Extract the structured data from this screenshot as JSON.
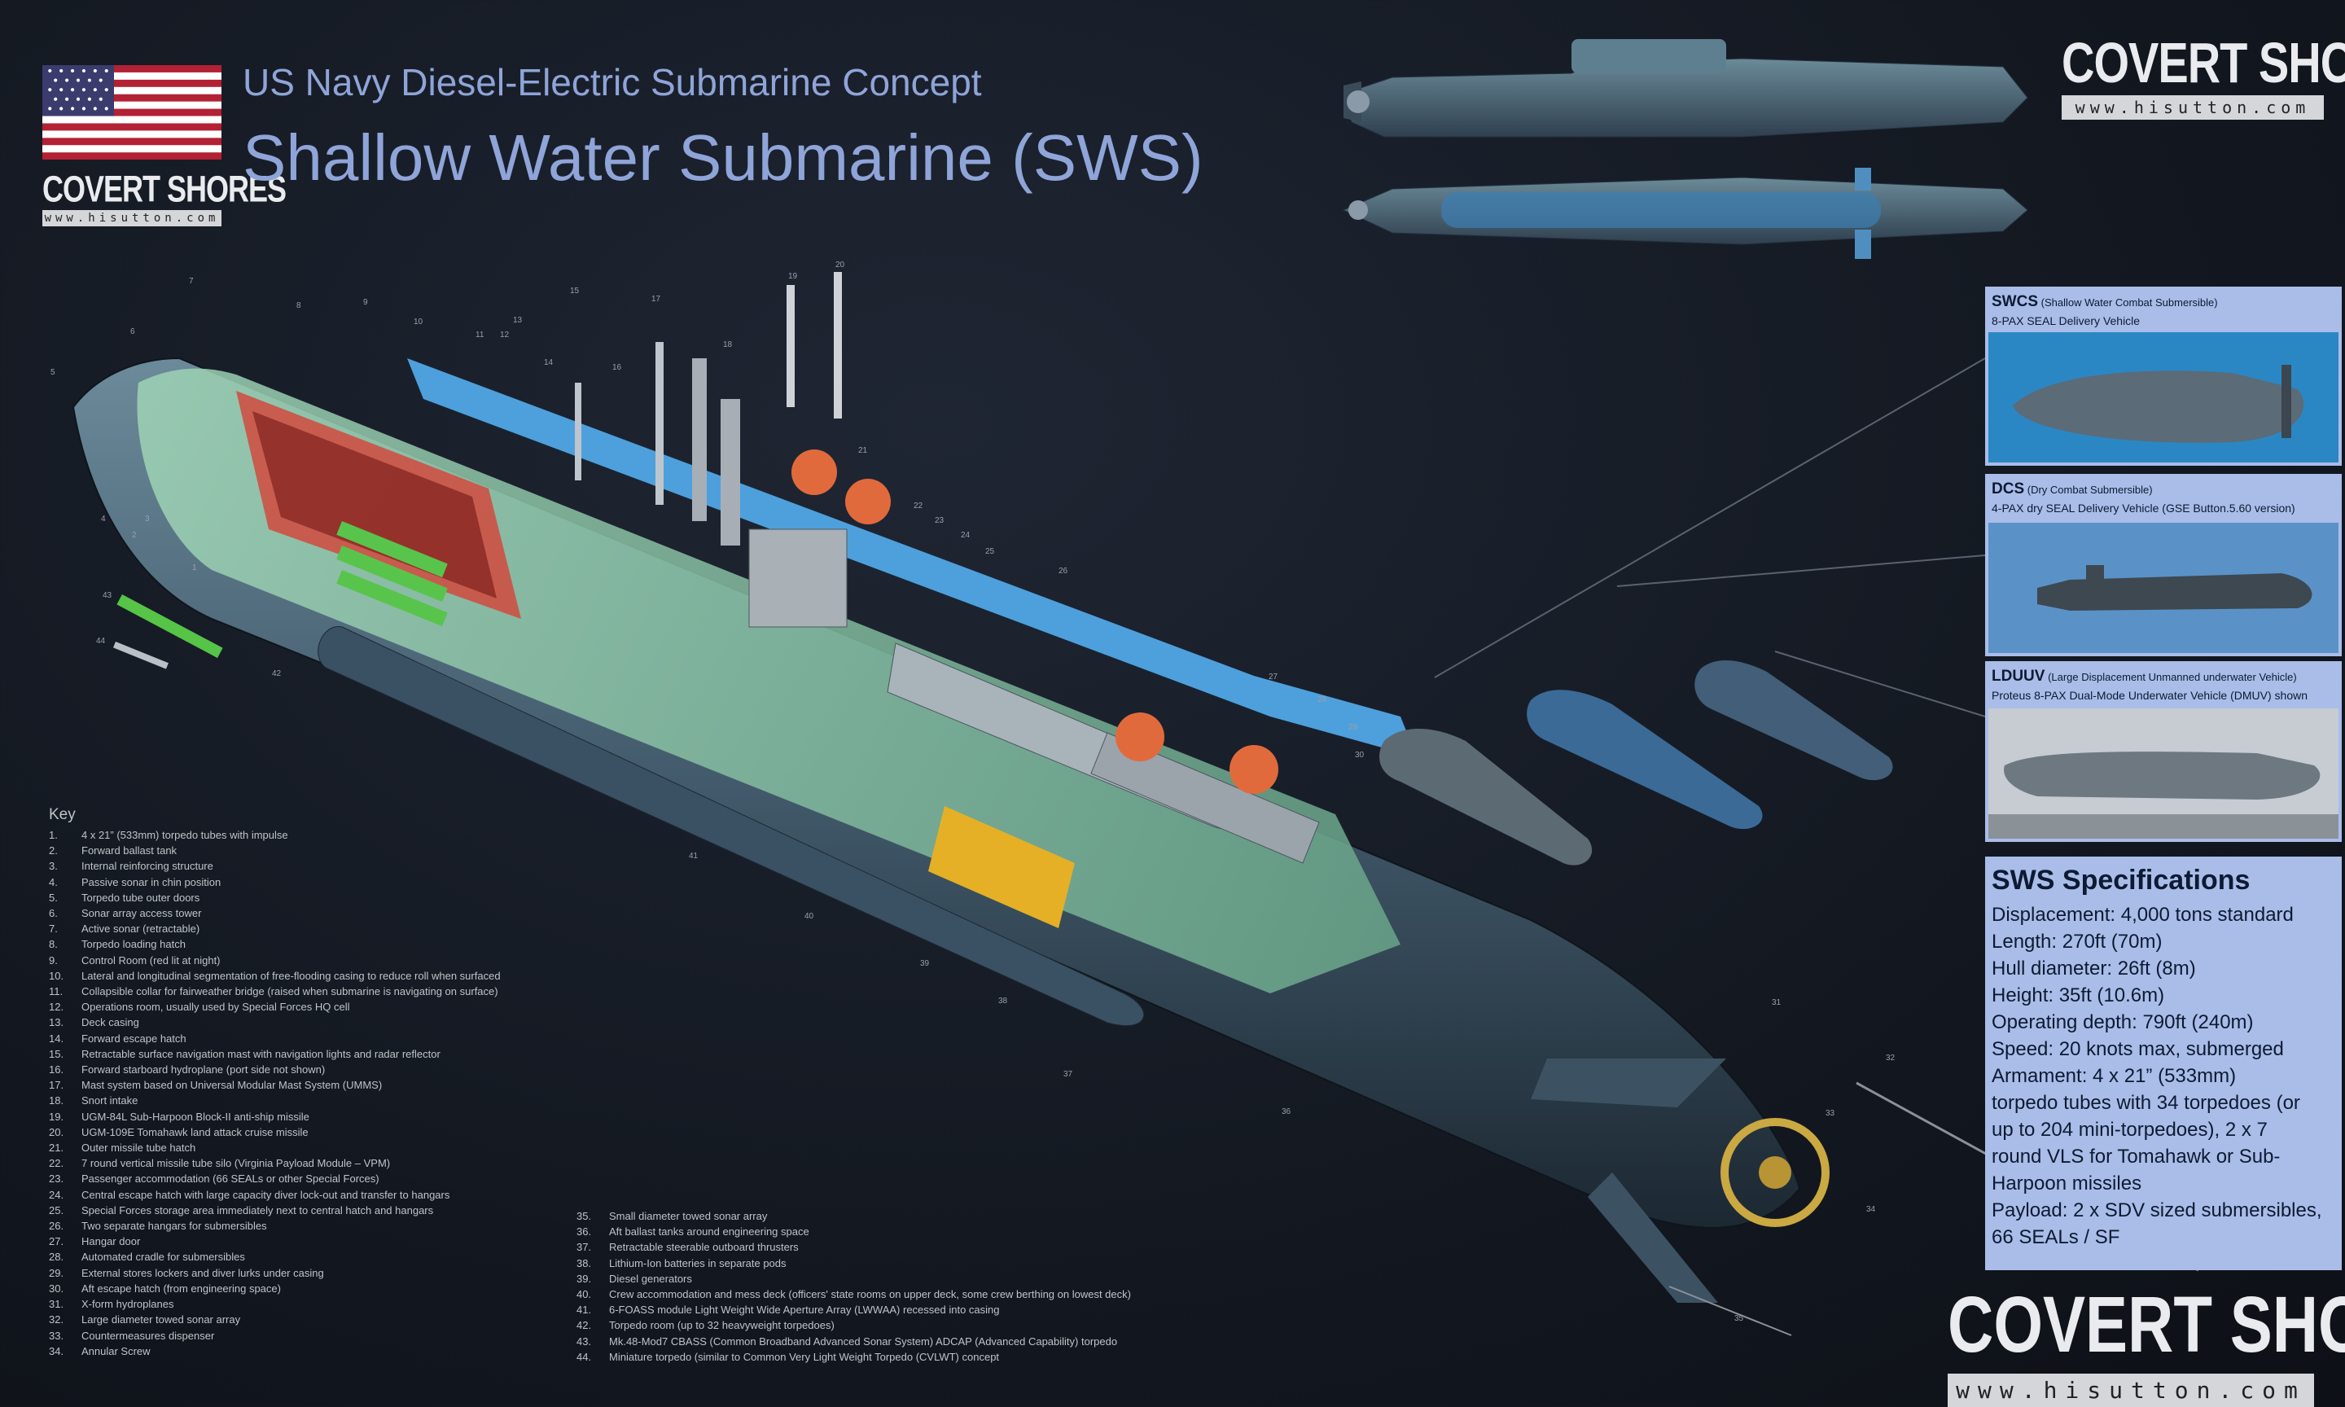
{
  "header": {
    "subtitle": "US Navy  Diesel-Electric Submarine Concept",
    "title": "Shallow Water Submarine (SWS)"
  },
  "logos": {
    "small": {
      "word": "COVERT SHORES",
      "url": "www.hisutton.com"
    },
    "top": {
      "word": "COVERT SHORES",
      "url": "www.hisutton.com"
    },
    "bottom": {
      "word": "COVERT SHORES",
      "url": "www.hisutton.com"
    }
  },
  "flag": {
    "stripe_red": "#b22234",
    "canton_blue": "#3c3b6e"
  },
  "panels": {
    "swcs": {
      "code": "SWCS",
      "name": " (Shallow Water Combat Submersible)",
      "sub": "8-PAX SEAL Delivery Vehicle"
    },
    "dcs": {
      "code": "DCS",
      "name": " (Dry Combat Submersible)",
      "sub": "4-PAX dry SEAL Delivery Vehicle (GSE Button.5.60 version)"
    },
    "lduuv": {
      "code": "LDUUV",
      "name": " (Large Displacement Unmanned underwater Vehicle)",
      "sub": "Proteus 8-PAX Dual-Mode Underwater Vehicle (DMUV) shown"
    }
  },
  "specs": {
    "title": "SWS Specifications",
    "lines": [
      "Displacement: 4,000 tons standard",
      "Length: 270ft (70m)",
      "Hull diameter: 26ft (8m)",
      "Height: 35ft (10.6m)",
      "Operating depth: 790ft (240m)",
      "Speed: 20 knots max, submerged",
      "Armament: 4 x 21” (533mm)",
      "torpedo tubes with 34 torpedoes (or",
      "up to 204 mini-torpedoes), 2 x 7",
      "round VLS for Tomahawk or Sub-",
      "Harpoon missiles",
      "Payload: 2 x SDV sized submersibles,",
      "66 SEALs / SF"
    ]
  },
  "key": {
    "title": "Key",
    "col1": [
      {
        "n": "1.",
        "t": "4 x 21” (533mm) torpedo tubes with impulse"
      },
      {
        "n": "2.",
        "t": "Forward ballast tank"
      },
      {
        "n": "3.",
        "t": "Internal reinforcing structure"
      },
      {
        "n": "4.",
        "t": "Passive sonar in chin position"
      },
      {
        "n": "5.",
        "t": "Torpedo tube outer doors"
      },
      {
        "n": "6.",
        "t": "Sonar array access tower"
      },
      {
        "n": "7.",
        "t": "Active sonar (retractable)"
      },
      {
        "n": "8.",
        "t": "Torpedo loading hatch"
      },
      {
        "n": "9.",
        "t": "Control Room (red lit at night)"
      },
      {
        "n": "10.",
        "t": "Lateral and longitudinal segmentation of free-flooding casing to reduce roll when surfaced"
      },
      {
        "n": "11.",
        "t": "Collapsible collar for fairweather bridge (raised when submarine is navigating on surface)"
      },
      {
        "n": "12.",
        "t": "Operations room, usually used by Special Forces HQ cell"
      },
      {
        "n": "13.",
        "t": "Deck casing"
      },
      {
        "n": "14.",
        "t": "Forward escape hatch"
      },
      {
        "n": "15.",
        "t": "Retractable surface navigation mast with navigation lights and radar reflector"
      },
      {
        "n": "16.",
        "t": "Forward starboard hydroplane (port side not shown)"
      },
      {
        "n": "17.",
        "t": "Mast system based on Universal Modular Mast System (UMMS)"
      },
      {
        "n": "18.",
        "t": "Snort intake"
      },
      {
        "n": "19.",
        "t": "UGM-84L Sub-Harpoon  Block-II anti-ship missile"
      },
      {
        "n": "20.",
        "t": "UGM-109E Tomahawk land attack cruise missile"
      },
      {
        "n": "21.",
        "t": "Outer missile tube hatch"
      },
      {
        "n": "22.",
        "t": "7 round vertical missile tube silo (Virginia Payload Module – VPM)"
      },
      {
        "n": "23.",
        "t": "Passenger accommodation (66 SEALs or other Special Forces)"
      },
      {
        "n": "24.",
        "t": "Central escape hatch with large capacity diver lock-out and transfer to hangars"
      },
      {
        "n": "25.",
        "t": "Special Forces storage area immediately next to central hatch and hangars"
      },
      {
        "n": "26.",
        "t": "Two separate hangars for submersibles"
      },
      {
        "n": "27.",
        "t": "Hangar door"
      },
      {
        "n": "28.",
        "t": "Automated cradle for submersibles"
      },
      {
        "n": "29.",
        "t": "External stores lockers and diver lurks under casing"
      },
      {
        "n": "30.",
        "t": "Aft escape hatch (from engineering space)"
      },
      {
        "n": "31.",
        "t": "X-form hydroplanes"
      },
      {
        "n": "32.",
        "t": "Large diameter towed  sonar array"
      },
      {
        "n": "33.",
        "t": "Countermeasures dispenser"
      },
      {
        "n": "34.",
        "t": "Annular Screw"
      }
    ],
    "col2": [
      {
        "n": "35.",
        "t": "Small diameter towed sonar array"
      },
      {
        "n": "36.",
        "t": "Aft ballast tanks around engineering space"
      },
      {
        "n": "37.",
        "t": "Retractable steerable outboard thrusters"
      },
      {
        "n": "38.",
        "t": "Lithium-Ion batteries in separate pods"
      },
      {
        "n": "39.",
        "t": "Diesel generators"
      },
      {
        "n": "40.",
        "t": "Crew accommodation  and mess deck (officers' state rooms on upper deck, some crew berthing on lowest deck)"
      },
      {
        "n": "41.",
        "t": "6-FOASS module Light Weight Wide Aperture Array (LWWAA) recessed into casing"
      },
      {
        "n": "42.",
        "t": "Torpedo room  (up to 32 heavyweight torpedoes)"
      },
      {
        "n": "43.",
        "t": "Mk.48-Mod7  CBASS (Common Broadband Advanced Sonar System) ADCAP (Advanced Capability) torpedo"
      },
      {
        "n": "44.",
        "t": "Miniature torpedo  (similar to Common Very Light Weight Torpedo  (CVLWT) concept"
      }
    ]
  },
  "callouts": [
    "1",
    "2",
    "3",
    "4",
    "5",
    "6",
    "7",
    "8",
    "9",
    "10",
    "11",
    "12",
    "13",
    "14",
    "15",
    "16",
    "17",
    "18",
    "19",
    "20",
    "21",
    "22",
    "23",
    "24",
    "25",
    "26",
    "27",
    "28",
    "29",
    "30",
    "31",
    "32",
    "33",
    "34",
    "35",
    "36",
    "37",
    "38",
    "39",
    "40",
    "41",
    "42",
    "43",
    "44"
  ]
}
